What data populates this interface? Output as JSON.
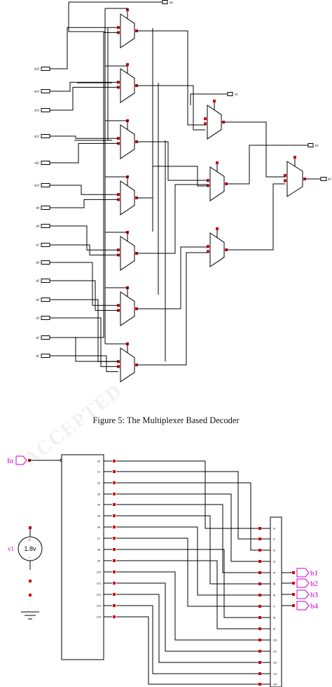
{
  "figure5": {
    "caption": "Figure 5: The Multiplexer Based Decoder",
    "input_labels": [
      "a15",
      "a14",
      "a13",
      "a12",
      "a11",
      "a10",
      "a9",
      "a8",
      "a7",
      "a6",
      "a5",
      "a4",
      "a3",
      "a2",
      "a1"
    ],
    "output_labels": [
      "a0",
      "a1",
      "a2",
      "a3"
    ]
  },
  "figure6": {
    "input_label": "In",
    "source_name": "v1",
    "source_value": "1.8v",
    "outputs": [
      "b1",
      "b2",
      "b3",
      "b4"
    ]
  },
  "watermark": "ACCEPTED",
  "colors": {
    "wire": "#000000",
    "pin": "#cc0000",
    "magenta": "#cc00cc"
  }
}
